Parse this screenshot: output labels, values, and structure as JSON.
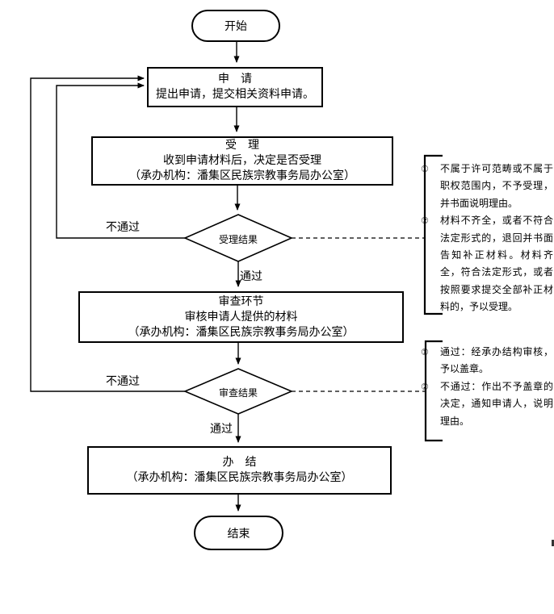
{
  "colors": {
    "line": "#000000",
    "background": "#ffffff"
  },
  "flow": {
    "start_label": "开始",
    "apply": {
      "title": "申　请",
      "desc": "提出申请，提交相关资料申请。"
    },
    "accept": {
      "title": "受　理",
      "desc": "收到申请材料后，决定是否受理",
      "agency": "（承办机构：潘集区民族宗教事务局办公室）"
    },
    "accept_decision_label": "受理结果",
    "review": {
      "title": "审查环节",
      "desc": "审核申请人提供的材料",
      "agency": "（承办机构：潘集区民族宗教事务局办公室）"
    },
    "review_decision_label": "审查结果",
    "finish": {
      "title": "办　结",
      "agency": "（承办机构：潘集区民族宗教事务局办公室）"
    },
    "end_label": "结束",
    "edge_labels": {
      "accept_fail": "不通过",
      "accept_pass": "通过",
      "review_fail": "不通过",
      "review_pass": "通过"
    }
  },
  "notes": {
    "accept_note": {
      "items": [
        {
          "num": "①",
          "text": "不属于许可范畴或不属于职权范围内，不予受理，并书面说明理由。"
        },
        {
          "num": "②",
          "text": "材料不齐全，或者不符合法定形式的，退回并书面告知补正材料。材料齐全，符合法定形式，或者按照要求提交全部补正材料的，予以受理。"
        }
      ]
    },
    "review_note": {
      "items": [
        {
          "num": "①",
          "text": "通过：经承办结构审核，予以盖章。"
        },
        {
          "num": "②",
          "text": "不通过：作出不予盖章的决定，通知申请人，说明理由。"
        }
      ]
    }
  }
}
